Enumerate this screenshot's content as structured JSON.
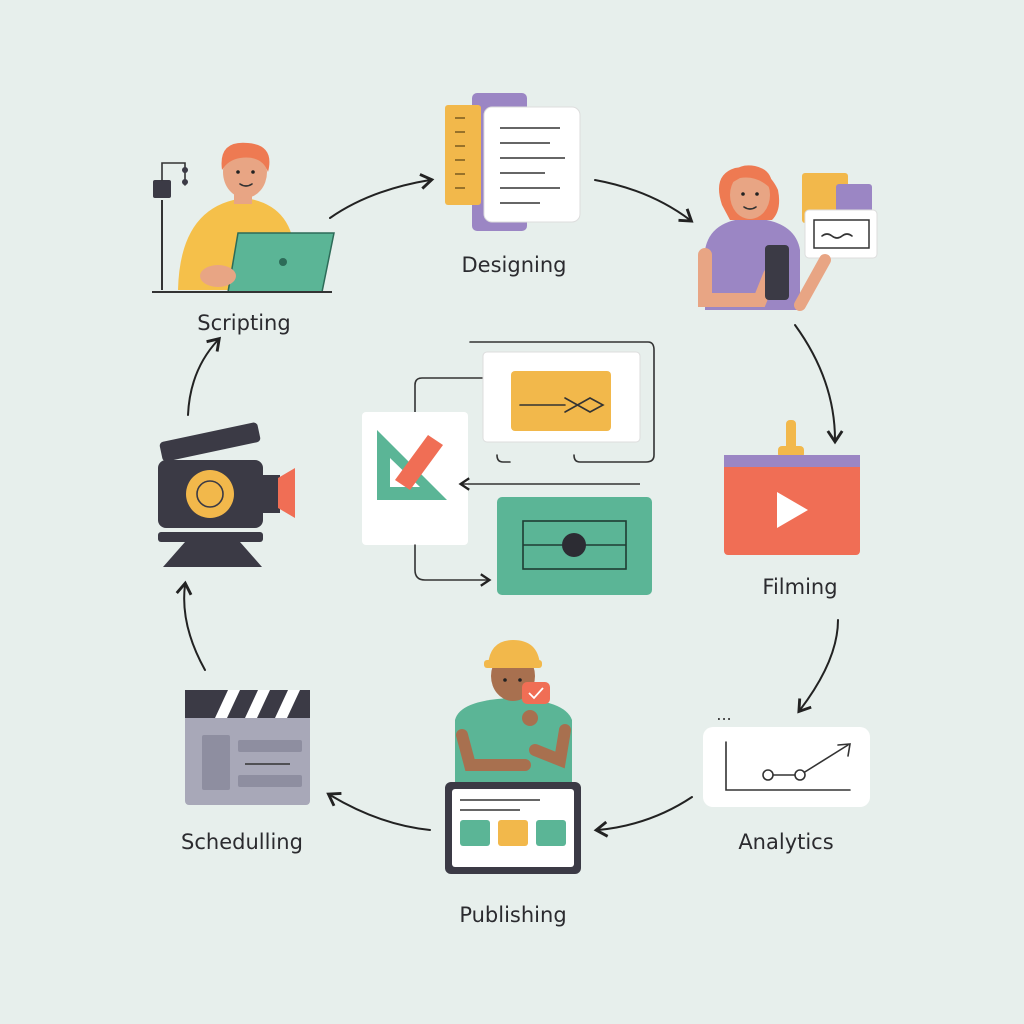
{
  "stages": {
    "scripting": "Scripting",
    "designing": "Designing",
    "filming": "Filming",
    "analytics": "Analytics",
    "publishing": "Publishing",
    "scheduling": "Schedulling"
  },
  "analytics_ellipsis": "...",
  "colors": {
    "background": "#e7efec",
    "yellow": "#f2b84b",
    "purple": "#9b86c4",
    "teal": "#5bb596",
    "coral": "#f06e55",
    "dark": "#3b3a45",
    "skin": "#e8a584",
    "hair": "#ee7a52"
  }
}
